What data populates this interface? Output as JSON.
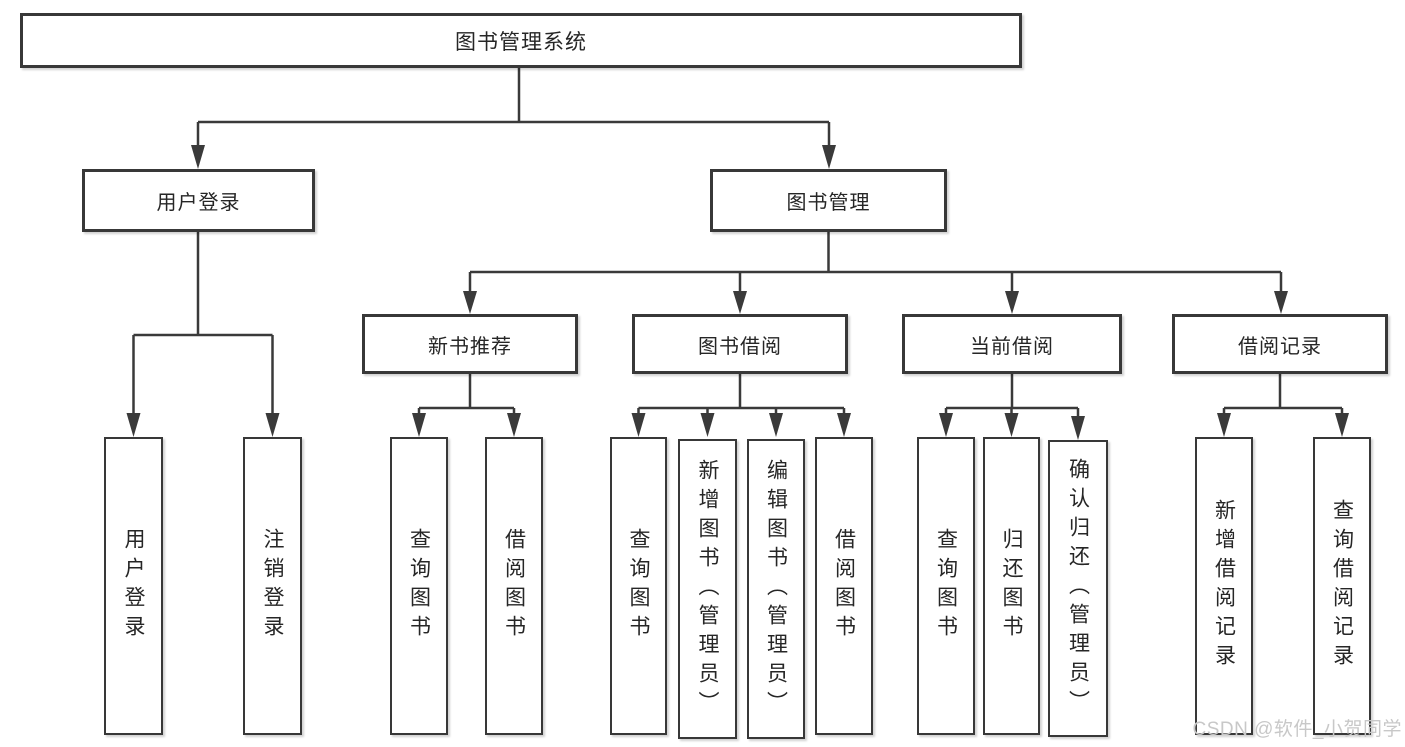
{
  "diagram": {
    "root": {
      "label": "图书管理系统"
    },
    "level2": {
      "user_login": {
        "label": "用户登录"
      },
      "book_mgmt": {
        "label": "图书管理"
      }
    },
    "level3": {
      "new_book_rec": {
        "label": "新书推荐"
      },
      "book_borrow": {
        "label": "图书借阅"
      },
      "current_borrow": {
        "label": "当前借阅"
      },
      "borrow_records": {
        "label": "借阅记录"
      }
    },
    "leaves": {
      "user_login_leaf": {
        "label": "用户登录"
      },
      "logout_leaf": {
        "label": "注销登录"
      },
      "nbr_query_books": {
        "label": "查询图书"
      },
      "nbr_borrow_books": {
        "label": "借阅图书"
      },
      "bb_query_books": {
        "label": "查询图书"
      },
      "bb_add_books": {
        "label": "新增图书（管理员）"
      },
      "bb_edit_books": {
        "label": "编辑图书（管理员）"
      },
      "bb_borrow_books": {
        "label": "借阅图书"
      },
      "cb_query_books": {
        "label": "查询图书"
      },
      "cb_return_books": {
        "label": "归还图书"
      },
      "cb_confirm_return": {
        "label": "确认归还（管理员）"
      },
      "br_add_record": {
        "label": "新增借阅记录"
      },
      "br_query_record": {
        "label": "查询借阅记录"
      }
    }
  },
  "watermark": {
    "text": "CSDN @软件_小贺同学"
  },
  "colors": {
    "line": "#3a3a3a",
    "box_border": "#383838",
    "box_fill": "#ffffff",
    "text": "#262626",
    "watermark": "#c8c8c8",
    "background": "#ffffff"
  }
}
